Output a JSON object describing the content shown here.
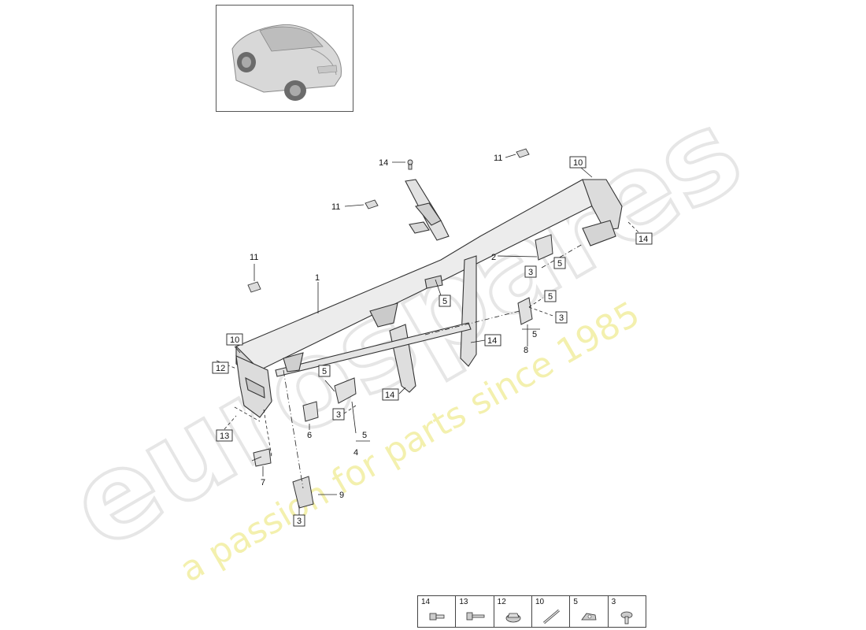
{
  "watermark": {
    "brand_text": "eurospares",
    "tagline": "a passion for parts since 1985"
  },
  "thumbnail": {
    "icon": "car-suv-thumbnail-icon"
  },
  "callouts": [
    {
      "id": "c14a",
      "label": "14",
      "boxed": false
    },
    {
      "id": "c11a",
      "label": "11",
      "boxed": false
    },
    {
      "id": "c10a",
      "label": "10",
      "boxed": true
    },
    {
      "id": "c11b",
      "label": "11",
      "boxed": false
    },
    {
      "id": "c14b",
      "label": "14",
      "boxed": true
    },
    {
      "id": "c11c",
      "label": "11",
      "boxed": false
    },
    {
      "id": "c2",
      "label": "2",
      "boxed": false
    },
    {
      "id": "c5a",
      "label": "5",
      "boxed": true
    },
    {
      "id": "c3a",
      "label": "3",
      "boxed": true
    },
    {
      "id": "c1",
      "label": "1",
      "boxed": false
    },
    {
      "id": "c5b",
      "label": "5",
      "boxed": true
    },
    {
      "id": "c5c",
      "label": "5",
      "boxed": true
    },
    {
      "id": "c3b",
      "label": "3",
      "boxed": true
    },
    {
      "id": "c5d",
      "label": "5",
      "boxed": false
    },
    {
      "id": "c8",
      "label": "8",
      "boxed": false
    },
    {
      "id": "c14c",
      "label": "14",
      "boxed": true
    },
    {
      "id": "c10b",
      "label": "10",
      "boxed": true
    },
    {
      "id": "c12",
      "label": "12",
      "boxed": true
    },
    {
      "id": "c5e",
      "label": "5",
      "boxed": true
    },
    {
      "id": "c14d",
      "label": "14",
      "boxed": true
    },
    {
      "id": "c3c",
      "label": "3",
      "boxed": true
    },
    {
      "id": "c6",
      "label": "6",
      "boxed": false
    },
    {
      "id": "c5f",
      "label": "5",
      "boxed": false
    },
    {
      "id": "c4",
      "label": "4",
      "boxed": false
    },
    {
      "id": "c13",
      "label": "13",
      "boxed": true
    },
    {
      "id": "c7",
      "label": "7",
      "boxed": false
    },
    {
      "id": "c9",
      "label": "9",
      "boxed": false
    },
    {
      "id": "c3d",
      "label": "3",
      "boxed": true
    }
  ],
  "legend": [
    {
      "label": "14",
      "icon": "bolt-flange-icon"
    },
    {
      "label": "13",
      "icon": "long-bolt-icon"
    },
    {
      "label": "12",
      "icon": "flange-nut-icon"
    },
    {
      "label": "10",
      "icon": "stud-bolt-icon"
    },
    {
      "label": "5",
      "icon": "clip-nut-icon"
    },
    {
      "label": "3",
      "icon": "screw-icon"
    }
  ],
  "colors": {
    "line": "#333333",
    "part_fill": "#e8e8e8",
    "part_shade": "#c9c9c9",
    "watermark_grey": "#e6e6e6",
    "watermark_yellow": "#f3f0b0"
  }
}
